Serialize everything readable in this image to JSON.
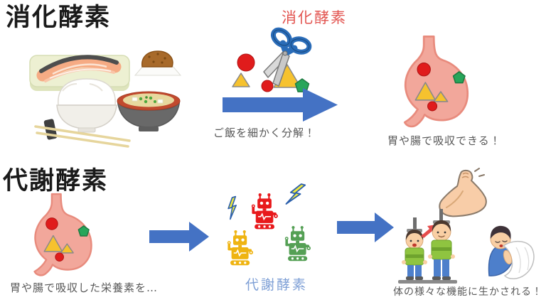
{
  "colors": {
    "arrow_blue": "#4472C4",
    "digestive_label_red": "#E2534F",
    "metabolic_label_blue": "#7FA0D6",
    "caption_gray": "#595959",
    "title_black": "#1a1a1a",
    "stomach_pink": "#F2A79B",
    "nutrient_red": "#E01C1C",
    "nutrient_yellow": "#F6C22E",
    "nutrient_green": "#27A65A",
    "robot_red": "#E8191C",
    "robot_yellow": "#EFB412",
    "robot_green": "#55A055",
    "lightning_yellow": "#EFE93C"
  },
  "digestive": {
    "title": "消化酵素",
    "enzyme_label": "消化酵素",
    "caption_process": "ご飯を細かく分解！",
    "caption_result": "胃や腸で吸収できる！"
  },
  "metabolic": {
    "title": "代謝酵素",
    "caption_source": "胃や腸で吸収した栄養素を…",
    "enzyme_label": "代謝酵素",
    "caption_result": "体の様々な機能に生かされる！"
  },
  "icons": [
    "japanese-meal-icon",
    "scissors-icon",
    "nutrient-shapes-icon",
    "right-arrow-icon",
    "stomach-icon",
    "robot-icon",
    "lightning-icon",
    "muscle-arm-icon",
    "height-growth-icon",
    "sleeping-person-icon"
  ]
}
